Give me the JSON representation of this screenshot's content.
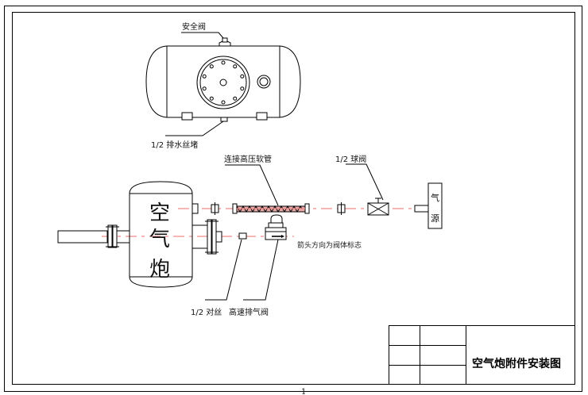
{
  "drawing": {
    "title": "空气炮附件安装图",
    "page_number": "1",
    "colors": {
      "line": "#000000",
      "centerline": "#f08a8a",
      "hose_fill": "#e9a9a9"
    }
  },
  "top_view": {
    "safety_valve_label": "安全阀",
    "drain_plug_label": "1/2 排水丝堵",
    "manhole_bolt_count": 10
  },
  "side_view": {
    "tank_label_chars": [
      "空",
      "气",
      "炮"
    ]
  },
  "callouts": {
    "hose_label": "连接高压软管",
    "ball_valve_label": "1/2 球阀",
    "arrow_note": "箭头方向为阀体标志",
    "nipple_label": "1/2 对丝",
    "exhaust_valve_label": "高速排气阀",
    "air_source_chars": [
      "气",
      "源"
    ]
  },
  "title_block": {
    "rows": 3,
    "cells": [
      "",
      "",
      "",
      "",
      "",
      ""
    ]
  }
}
